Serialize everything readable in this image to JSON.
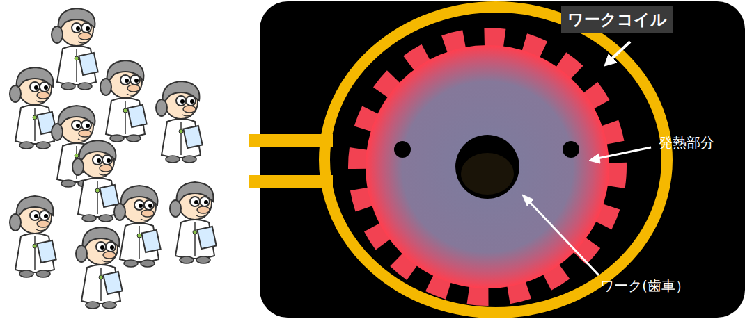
{
  "diagram": {
    "nodes": [
      {
        "text": [
          "ワークコイル"
        ]
      }
    ],
    "labels": [
      "発熱部分",
      "ワーク(歯車）"
    ]
  }
}
